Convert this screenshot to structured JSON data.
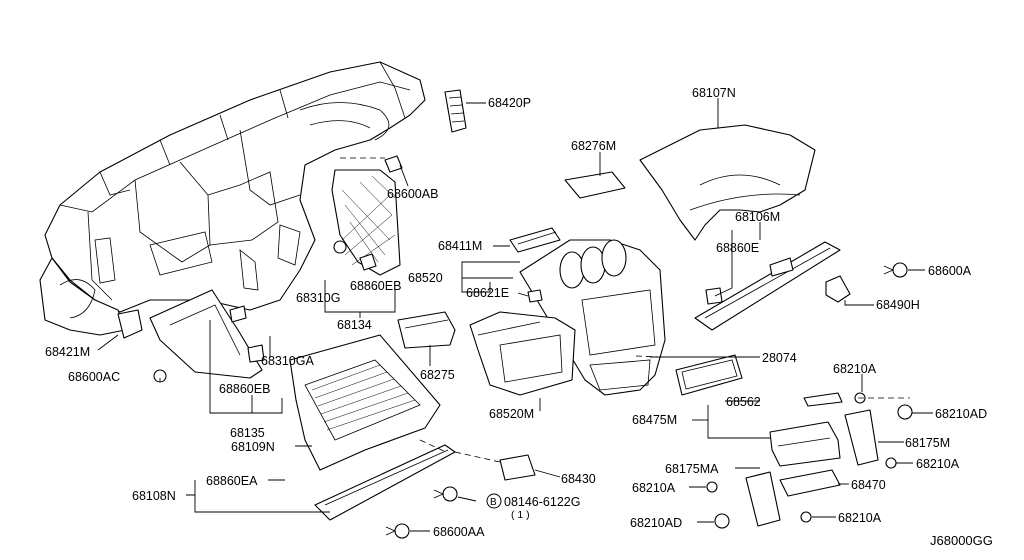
{
  "diagram_code": "J68000GG",
  "bolt_symbol": "B",
  "labels": {
    "p68420P": "68420P",
    "p68107N": "68107N",
    "p68276M": "68276M",
    "p68600AB": "68600AB",
    "p68106M": "68106M",
    "p68860E": "68860E",
    "p68411M": "68411M",
    "p68600A": "68600A",
    "p68520": "68520",
    "p68860EB_top": "68860EB",
    "p68621E": "68621E",
    "p68490H": "68490H",
    "p68310G": "68310G",
    "p68134": "68134",
    "p68421M": "68421M",
    "p68310GA": "68310GA",
    "p68275": "68275",
    "p28074": "28074",
    "p68600AC": "68600AC",
    "p68860EB_low": "68860EB",
    "p68210A_1": "68210A",
    "p68520M": "68520M",
    "p68562": "68562",
    "p68210AD_1": "68210AD",
    "p68475M": "68475M",
    "p68135": "68135",
    "p68109N": "68109N",
    "p68175M": "68175M",
    "p68210A_2": "68210A",
    "p68430": "68430",
    "p68175MA": "68175MA",
    "p68860EA": "68860EA",
    "p68470": "68470",
    "p68108N": "68108N",
    "p68210A_3": "68210A",
    "p08146": "08146-6122G",
    "p08146_qty": "( 1 )",
    "p68210AD_2": "68210AD",
    "p68210A_4": "68210A",
    "p68600AA": "68600AA"
  }
}
